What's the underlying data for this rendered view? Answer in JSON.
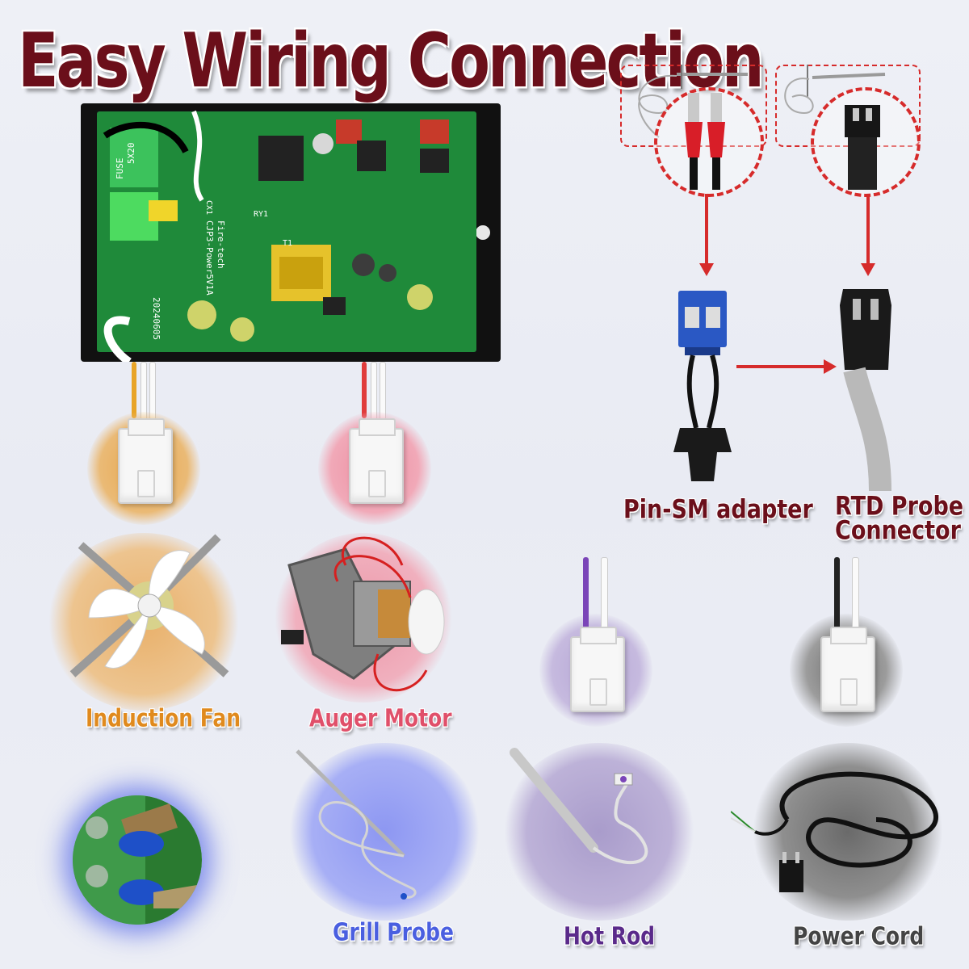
{
  "title": "Easy Wiring Connection",
  "board_text": {
    "fuse": "FUSE",
    "size": "5X20",
    "model": "Fire-tech",
    "part": "CJP3-Power5V1A",
    "date": "20240605",
    "cx1": "CX1",
    "t1": "T1",
    "ry1": "RY1"
  },
  "labels": {
    "pin_sm_adapter": "Pin-SM adapter",
    "rtd_probe_connector_line1": "RTD Probe",
    "rtd_probe_connector_line2": "Connector",
    "induction_fan": "Induction Fan",
    "auger_motor": "Auger Motor",
    "grill_probe": "Grill Probe",
    "hot_rod": "Hot Rod",
    "power_cord": "Power Cord"
  },
  "colors": {
    "title": "#6b0f1a",
    "induction_fan": "#e08a1e",
    "auger_motor": "#e0506a",
    "grill_probe": "#4a5fe0",
    "hot_rod": "#5a2a8a",
    "power_cord": "#444444",
    "arrow": "#d62b2b",
    "board_green": "#1f8a3a"
  },
  "icons": [
    "control-board-image",
    "induction-fan-icon",
    "auger-motor-icon",
    "grill-probe-icon",
    "hot-rod-icon",
    "power-cord-icon",
    "terminal-connector-icon",
    "pin-sm-adapter-icon",
    "rtd-connector-icon"
  ]
}
